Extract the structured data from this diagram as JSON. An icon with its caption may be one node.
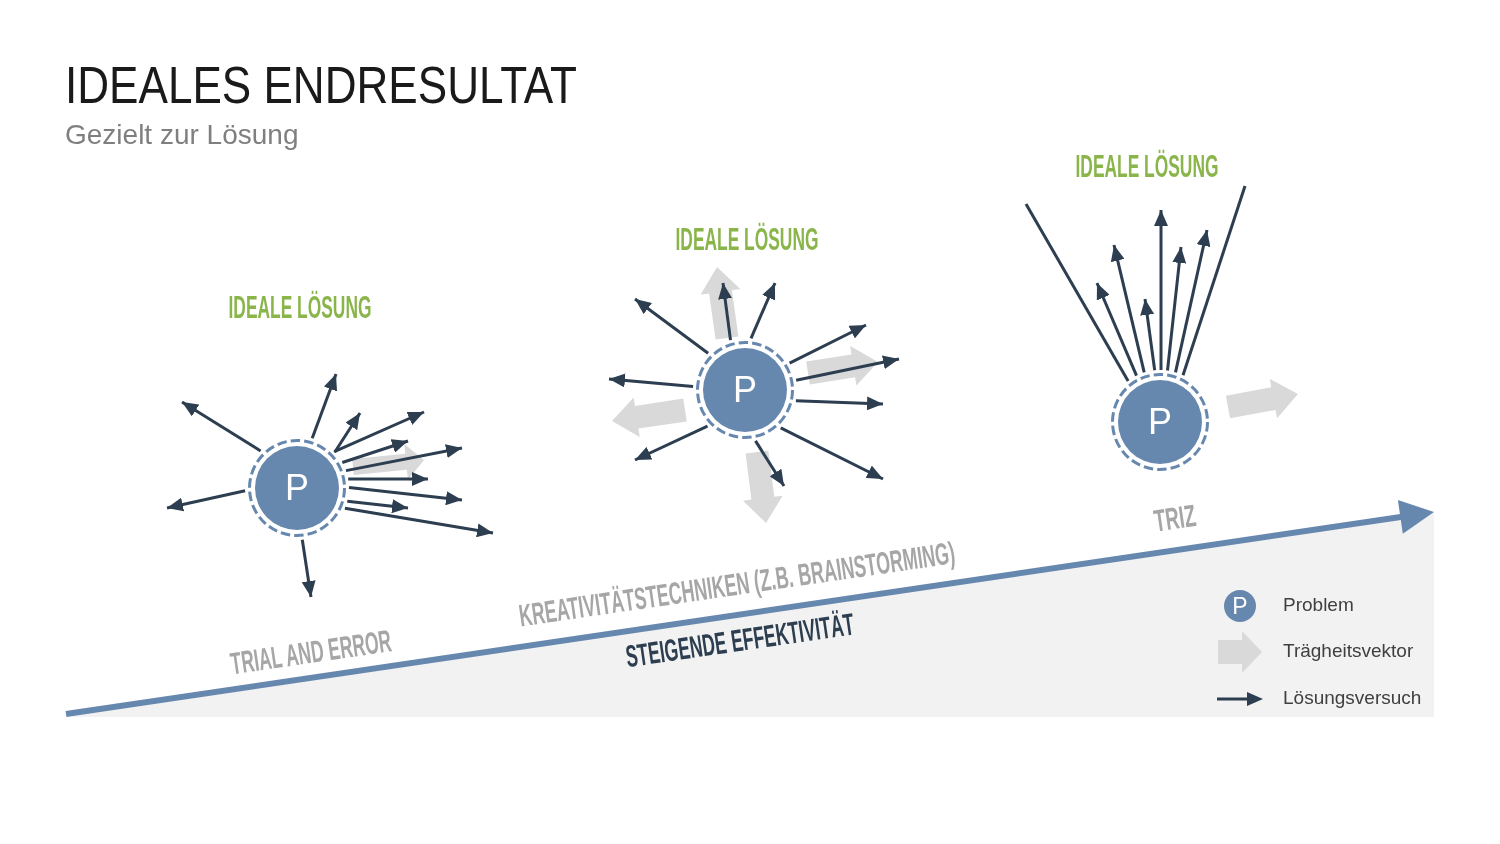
{
  "diagram": {
    "title": "IDEALES ENDRESULTAT",
    "nodes": [
      {
        "text": [
          "P"
        ]
      },
      {
        "text": [
          "P"
        ]
      },
      {
        "text": [
          "P"
        ]
      }
    ],
    "edges": [
      {
        "from": 0,
        "to": null,
        "arrow": "to"
      },
      {
        "from": 0,
        "to": null,
        "arrow": "to"
      },
      {
        "from": 0,
        "to": null,
        "arrow": "to"
      },
      {
        "from": 0,
        "to": null,
        "arrow": "to"
      },
      {
        "from": 0,
        "to": null,
        "arrow": "to"
      },
      {
        "from": 0,
        "to": null,
        "arrow": "to"
      },
      {
        "from": 0,
        "to": null,
        "arrow": "to"
      },
      {
        "from": 0,
        "to": null,
        "arrow": "to"
      },
      {
        "from": 0,
        "to": null,
        "arrow": "to"
      },
      {
        "from": 0,
        "to": null,
        "arrow": "to"
      },
      {
        "from": 0,
        "to": null,
        "arrow": "to"
      },
      {
        "from": 0,
        "to": null,
        "arrow": "to"
      },
      {
        "from": 1,
        "to": null,
        "arrow": "to"
      },
      {
        "from": 1,
        "to": null,
        "arrow": "to"
      },
      {
        "from": 1,
        "to": null,
        "arrow": "to"
      },
      {
        "from": 1,
        "to": null,
        "arrow": "to"
      },
      {
        "from": 1,
        "to": null,
        "arrow": "to"
      },
      {
        "from": 1,
        "to": null,
        "arrow": "to"
      },
      {
        "from": 1,
        "to": null,
        "arrow": "to"
      },
      {
        "from": 1,
        "to": null,
        "arrow": "to"
      },
      {
        "from": 1,
        "to": null,
        "arrow": "to"
      },
      {
        "from": 1,
        "to": null,
        "arrow": "to"
      },
      {
        "from": 2,
        "to": null,
        "arrow": "none"
      },
      {
        "from": 2,
        "to": null,
        "arrow": "to"
      },
      {
        "from": 2,
        "to": null,
        "arrow": "to"
      },
      {
        "from": 2,
        "to": null,
        "arrow": "to"
      },
      {
        "from": 2,
        "to": null,
        "arrow": "to"
      },
      {
        "from": 2,
        "to": null,
        "arrow": "to"
      },
      {
        "from": 2,
        "to": null,
        "arrow": "to"
      },
      {
        "from": 2,
        "to": null,
        "arrow": "none"
      }
    ],
    "labels": [
      "Gezielt zur Lösung",
      "IDEALE LÖSUNG",
      "IDEALE LÖSUNG",
      "IDEALE LÖSUNG",
      "TRIZ",
      "KREATIVITÄTSTECHNIKEN (Z.B. BRAINSTORMING)",
      "STEIGENDE EFFEKTIVITÄT",
      "TRIAL AND ERROR",
      "P"
    ],
    "legend": [
      {
        "text": "Problem"
      },
      {
        "text": "Trägheitsvektor"
      },
      {
        "text": "Lösungsversuch"
      }
    ]
  }
}
